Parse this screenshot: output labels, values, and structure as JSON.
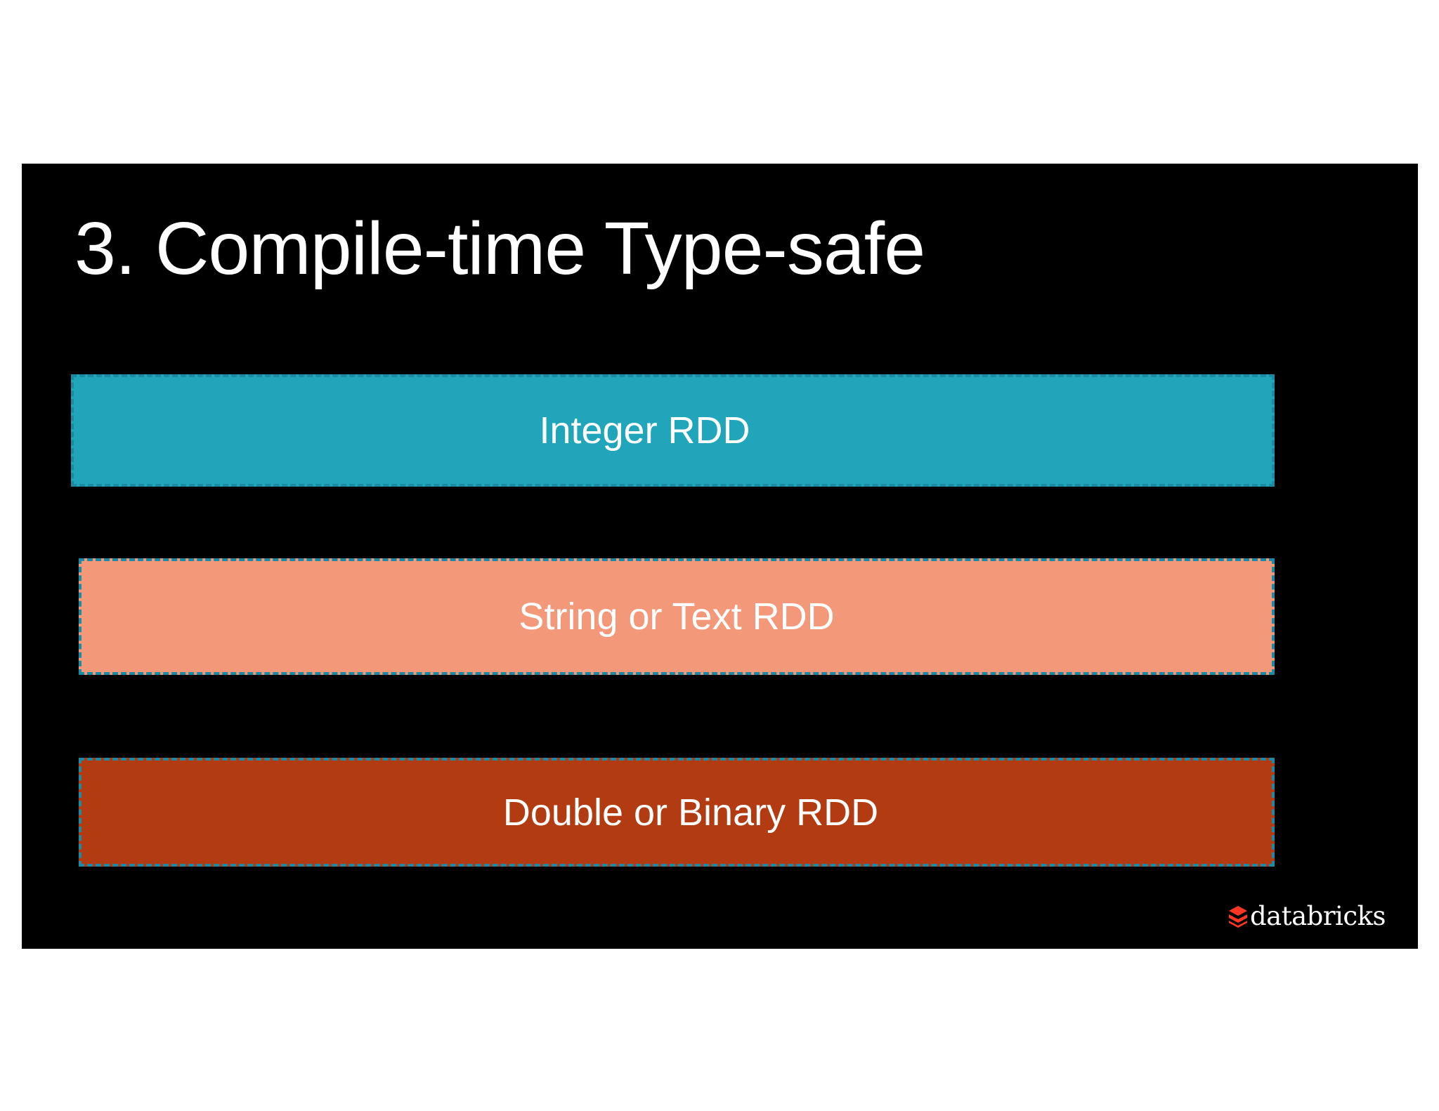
{
  "slide": {
    "title": "3. Compile-time Type-safe",
    "bars": [
      {
        "label": "Integer RDD",
        "color": "#20a5bb"
      },
      {
        "label": "String or Text RDD",
        "color": "#f4987a"
      },
      {
        "label": "Double or Binary RDD",
        "color": "#b33b12"
      }
    ],
    "border_color": "#1c8aa4",
    "background_color": "#000000",
    "logo": {
      "text": "databricks",
      "icon": "databricks-logo-icon",
      "color": "#ff3621"
    }
  }
}
